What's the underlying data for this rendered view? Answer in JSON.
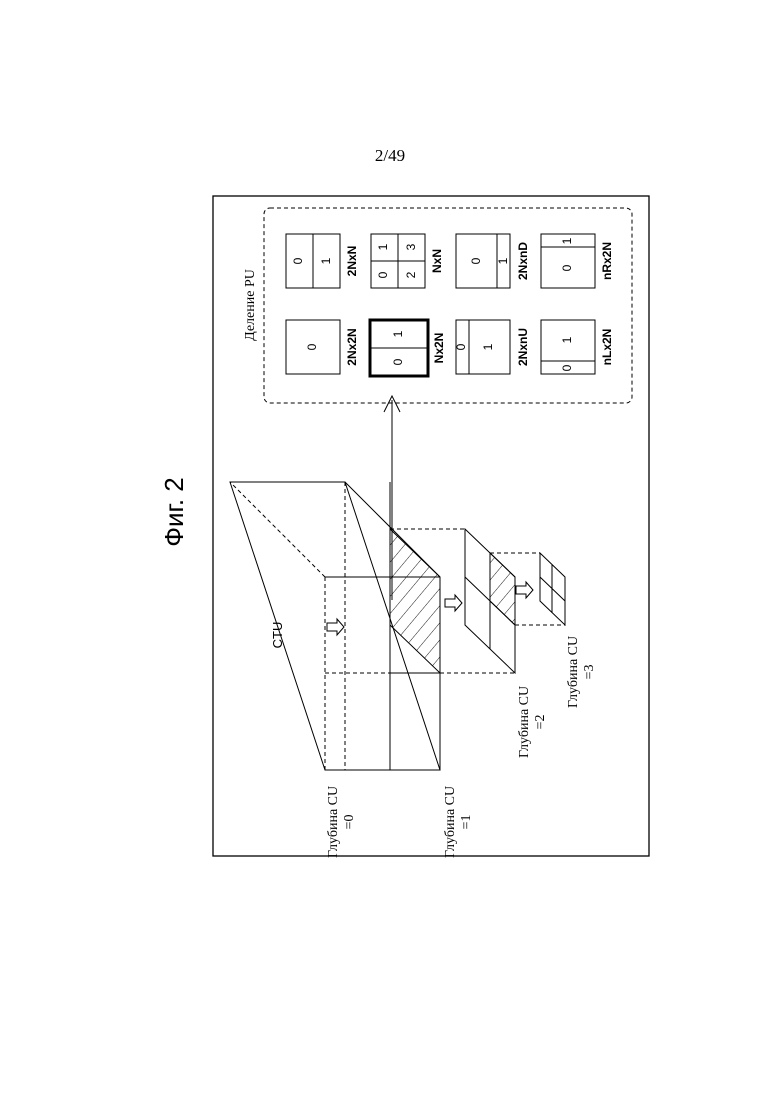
{
  "page": {
    "number": "2/49",
    "figure_title": "Фиг. 2"
  },
  "cu": {
    "ctu_label": "CTU",
    "depth_0": [
      "Глубина CU",
      "=0"
    ],
    "depth_1": [
      "Глубина CU",
      "=1"
    ],
    "depth_2": [
      "Глубина CU",
      "=2"
    ],
    "depth_3": [
      "Глубина CU",
      "=3"
    ]
  },
  "pu": {
    "group_title": "Деление PU",
    "modes": [
      {
        "label": "2Nx2N",
        "cells": [
          "0"
        ]
      },
      {
        "label": "2NxN",
        "cells": [
          "0",
          "1"
        ]
      },
      {
        "label": "Nx2N",
        "cells": [
          "0",
          "1"
        ],
        "highlighted": true
      },
      {
        "label": "NxN",
        "cells": [
          "0",
          "1",
          "2",
          "3"
        ]
      },
      {
        "label": "2NxnU",
        "cells": [
          "0",
          "1"
        ]
      },
      {
        "label": "2NxnD",
        "cells": [
          "0",
          "1"
        ]
      },
      {
        "label": "nLx2N",
        "cells": [
          "0",
          "1"
        ]
      },
      {
        "label": "nRx2N",
        "cells": [
          "0",
          "1"
        ]
      }
    ]
  }
}
